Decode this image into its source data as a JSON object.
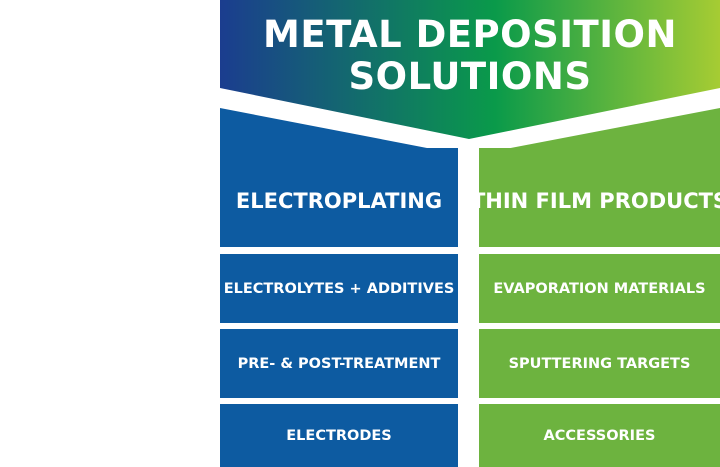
{
  "title": {
    "line1": "METAL DEPOSITION",
    "line2": "SOLUTIONS"
  },
  "colors": {
    "gradient_start": "#1b3d8f",
    "gradient_mid": "#0a9a4a",
    "gradient_end": "#a6cc33",
    "electroplating_blue": "#0d5ba1",
    "thin_film_green": "#6db33f"
  },
  "columns": {
    "left": {
      "header": "ELECTROPLATING",
      "items": [
        "ELECTROLYTES + ADDITIVES",
        "PRE- & POST-TREATMENT",
        "ELECTRODES"
      ]
    },
    "right": {
      "header": "THIN FILM PRODUCTS",
      "items": [
        "EVAPORATION MATERIALS",
        "SPUTTERING TARGETS",
        "ACCESSORIES"
      ]
    }
  }
}
